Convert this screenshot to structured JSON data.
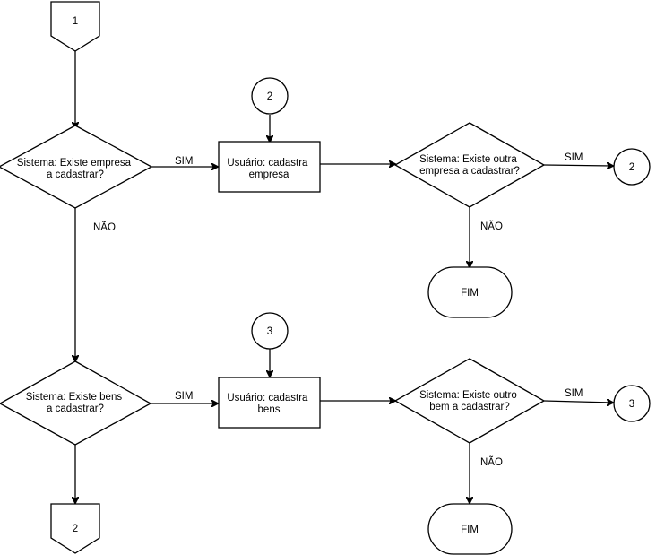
{
  "connectors": {
    "start": "1",
    "mid_top": "2",
    "end_top": "2",
    "mid_bottom": "3",
    "end_bottom": "3",
    "bottom_offpage": "2"
  },
  "decisions": {
    "empresa": [
      "Sistema: Existe empresa",
      "a cadastrar?"
    ],
    "outra_empresa": [
      "Sistema: Existe outra",
      "empresa a cadastrar?"
    ],
    "bens": [
      "Sistema: Existe bens",
      "a cadastrar?"
    ],
    "outro_bem": [
      "Sistema: Existe outro",
      "bem a cadastrar?"
    ]
  },
  "processes": {
    "cadastra_empresa": [
      "Usuário: cadastra",
      "empresa"
    ],
    "cadastra_bens": [
      "Usuário: cadastra",
      "bens"
    ]
  },
  "terminators": {
    "fim_top": "FIM",
    "fim_bottom": "FIM"
  },
  "edge_labels": {
    "sim_1": "SIM",
    "nao_1": "NÃO",
    "sim_2": "SIM",
    "nao_2": "NÃO",
    "sim_3": "SIM",
    "sim_4": "SIM",
    "nao_4": "NÃO"
  }
}
